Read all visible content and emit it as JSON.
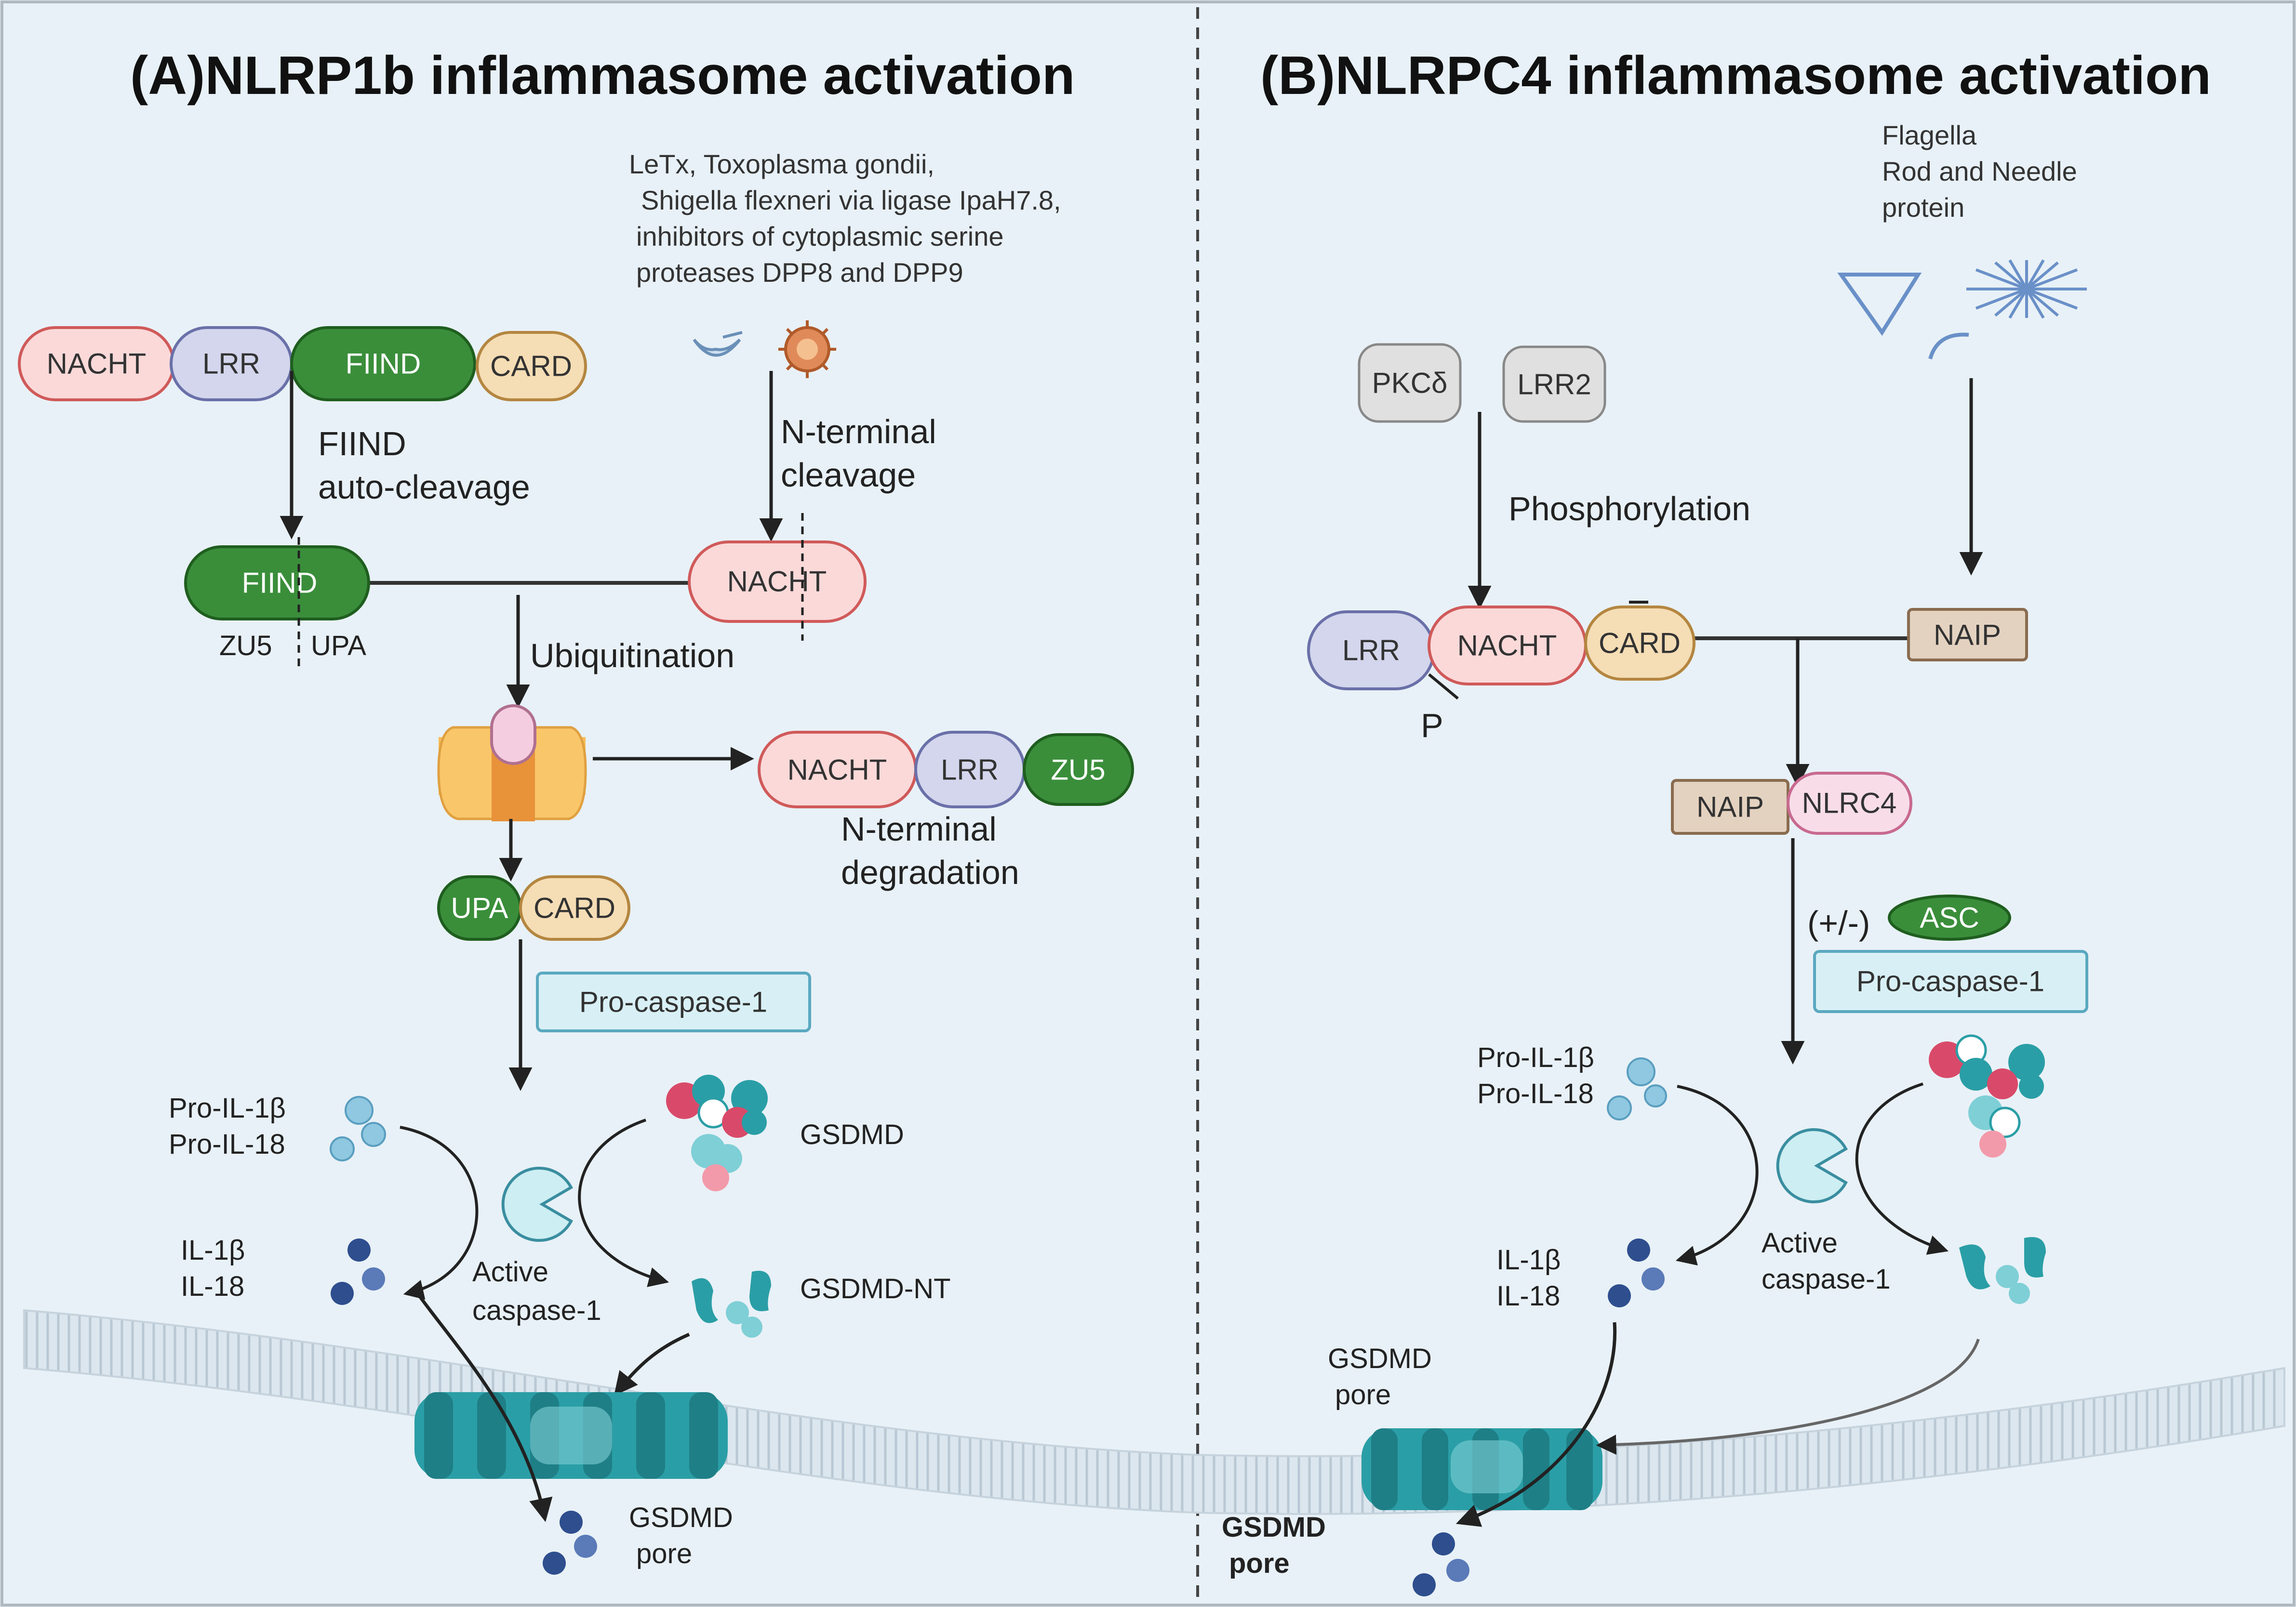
{
  "panel_a": {
    "title": "(A)NLRP1b inflammasome activation",
    "stimuli": [
      "LeTx, Toxoplasma gondii,",
      "Shigella flexneri via ligase IpaH7.8,",
      "inhibitors of cytoplasmic serine",
      "proteases DPP8 and DPP9"
    ],
    "domains": {
      "nacht": "NACHT",
      "lrr": "LRR",
      "fiind": "FIIND",
      "card": "CARD",
      "zu5": "ZU5",
      "upa": "UPA"
    },
    "fiind_autocleavage": [
      "FIIND",
      "auto-cleavage"
    ],
    "n_terminal_cleavage": [
      "N-terminal",
      "cleavage"
    ],
    "ubiquitination": "Ubiquitination",
    "n_terminal_degradation": [
      "N-terminal",
      "degradation"
    ],
    "pro_caspase": "Pro-caspase-1",
    "pro_il1b": "Pro-IL-1β",
    "pro_il18": "Pro-IL-18",
    "il1b": "IL-1β",
    "il18": "IL-18",
    "active_caspase": [
      "Active",
      "caspase-1"
    ],
    "gsdmd": "GSDMD",
    "gsdmd_nt": "GSDMD-NT",
    "gsdmd_pore": [
      "GSDMD",
      "pore"
    ]
  },
  "panel_b": {
    "title": "(B)NLRPC4 inflammasome activation",
    "stimuli": [
      "Flagella",
      "Rod and Needle",
      "protein"
    ],
    "pkc": "PKCδ",
    "lrr2": "LRR2",
    "phosphorylation": "Phosphorylation",
    "p_label": "P",
    "domains": {
      "lrr": "LRR",
      "nacht": "NACHT",
      "card": "CARD",
      "naip": "NAIP",
      "nlrc4": "NLRC4",
      "asc": "ASC"
    },
    "plus_minus": "(+/-)",
    "pro_caspase": "Pro-caspase-1",
    "pro_il1b": "Pro-IL-1β",
    "pro_il18": "Pro-IL-18",
    "il1b": "IL-1β",
    "il18": "IL-18",
    "active_caspase": [
      "Active",
      "caspase-1"
    ],
    "gsdmd_pore_upper": [
      "GSDMD",
      "pore"
    ],
    "gsdmd_pore_lower": [
      "GSDMD",
      "pore"
    ]
  },
  "colors": {
    "background": "#e8f1f7",
    "nacht_fill": "#fbd9d9",
    "nacht_stroke": "#d05a5a",
    "lrr_fill": "#d3d6ec",
    "lrr_stroke": "#6a70a8",
    "green_fill": "#3a8e3a",
    "green_stroke": "#1f5e1f",
    "card_fill": "#f5ddb5",
    "card_stroke": "#b48640",
    "naip_fill": "#e4d2c0",
    "naip_stroke": "#8a6c50",
    "nlrc4_fill": "#f8dde8",
    "nlrc4_stroke": "#c86a90",
    "caspase_box_fill": "#d8f0f5",
    "caspase_box_stroke": "#5aa8c0",
    "pore_teal": "#2a9ea6",
    "dark_blue_dot": "#2e4e8e",
    "light_blue_dot": "#8fc8e0"
  },
  "icons": [
    "toxin-icon",
    "virus-icon",
    "proteasome-icon",
    "flagella-icon",
    "caspase-pacman-icon",
    "gsdmd-protein-icon",
    "membrane-icon",
    "pore-icon"
  ]
}
